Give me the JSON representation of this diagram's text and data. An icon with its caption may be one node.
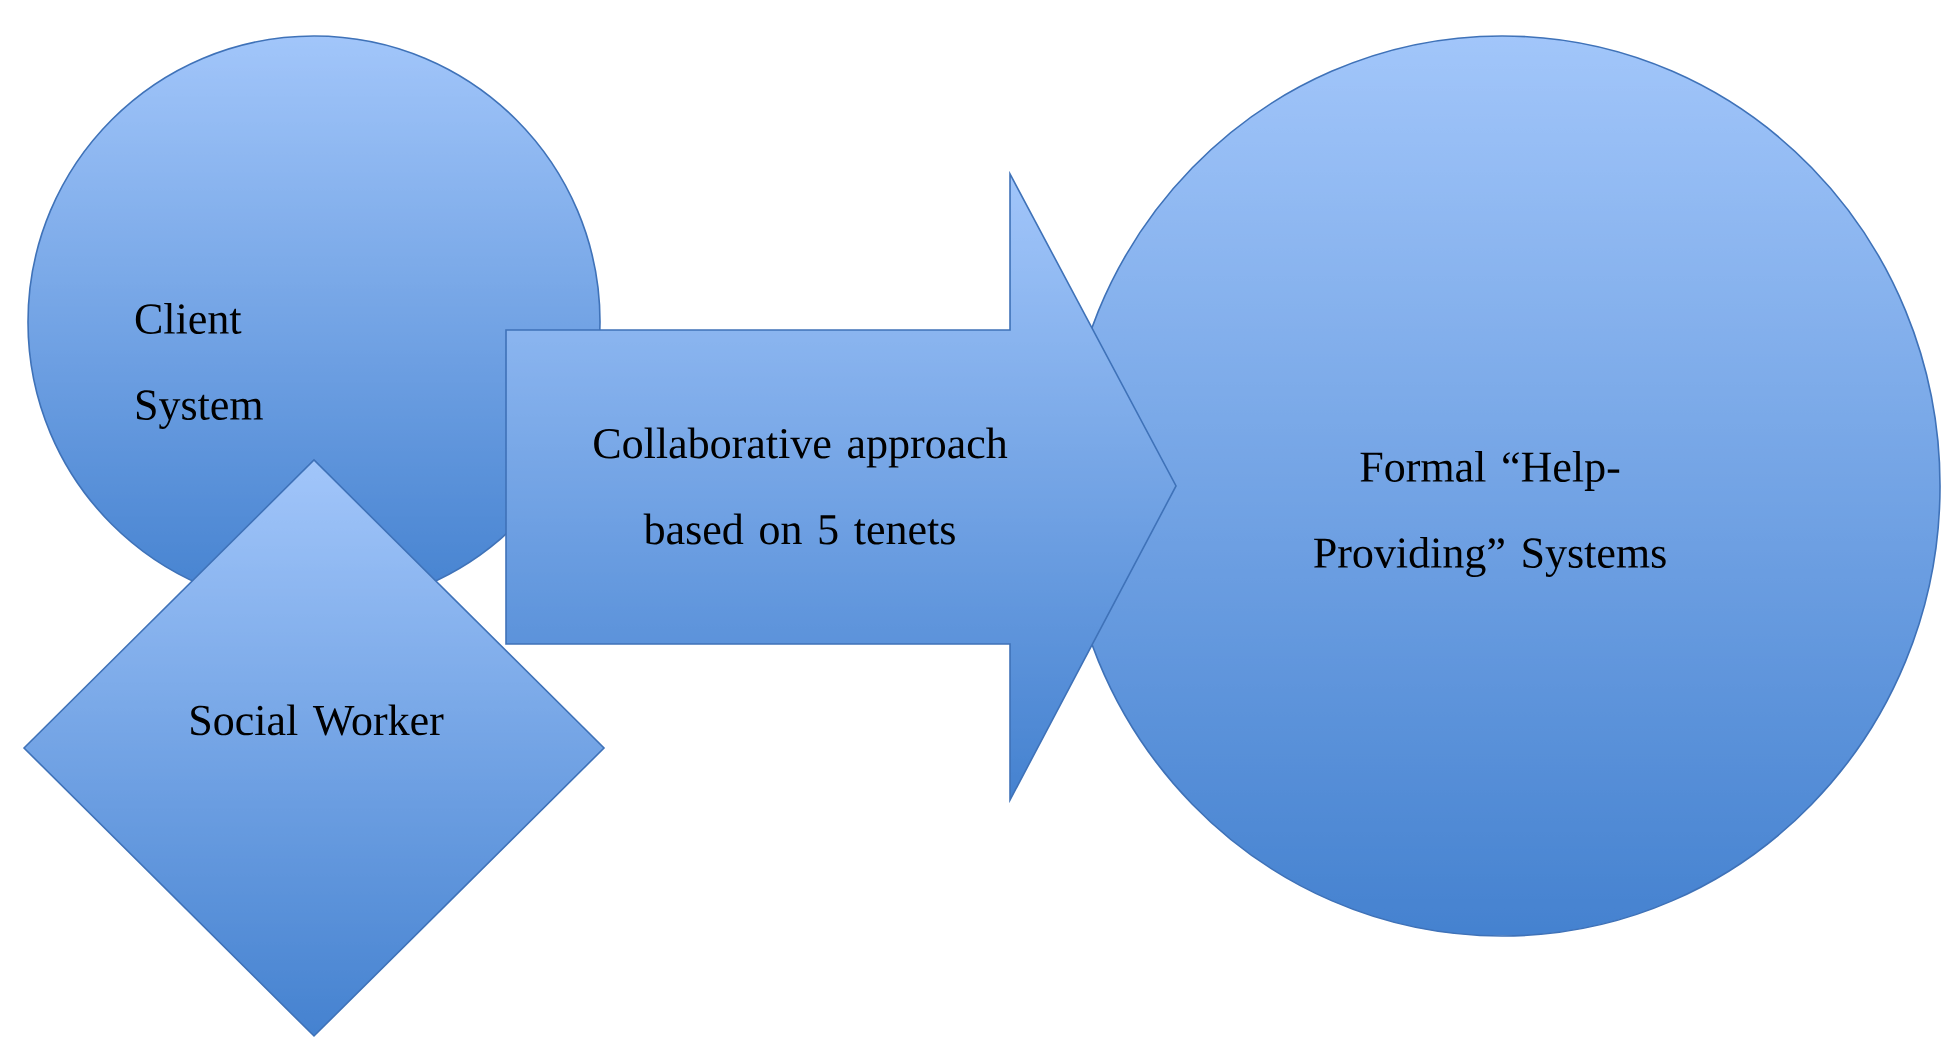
{
  "diagram": {
    "nodes": [
      {
        "text": [
          "Client System"
        ]
      },
      {
        "text": [
          "Social Worker"
        ]
      },
      {
        "text": [
          "Collaborative approach based on 5 tenets"
        ]
      },
      {
        "text": [
          "Formal “Help-Providing” Systems"
        ]
      }
    ]
  }
}
